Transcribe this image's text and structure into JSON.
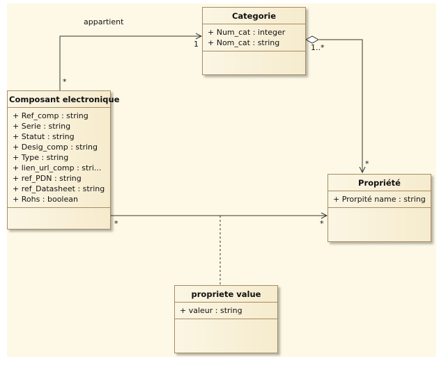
{
  "classes": {
    "categorie": {
      "name": "Categorie",
      "attributes": [
        "+ Num_cat : integer",
        "+ Nom_cat : string"
      ]
    },
    "composant": {
      "name": "Composant electronique",
      "attributes": [
        "+ Ref_comp : string",
        "+ Serie : string",
        "+ Statut : string",
        "+ Desig_comp : string",
        "+ Type : string",
        "+ lien_url_comp : stri...",
        "+ ref_PDN : string",
        "+ ref_Datasheet : string",
        "+ Rohs : boolean"
      ]
    },
    "propriete": {
      "name": "Propriété",
      "attributes": [
        "+ Prorpité name : string"
      ]
    },
    "propriete_value": {
      "name": "propriete value",
      "attributes": [
        "+ valeur : string"
      ]
    }
  },
  "associations": {
    "appartient": {
      "label": "appartient",
      "source_mult": "*",
      "target_mult": "1"
    },
    "categorie_propriete": {
      "source_mult": "1..*",
      "target_mult": "*"
    },
    "composant_propriete": {
      "source_mult": "*",
      "target_mult": "*"
    }
  },
  "colors": {
    "class_border": "#a48b62",
    "class_fill_left": "#fbf6e4",
    "class_fill_right": "#f6ebcd",
    "background": "#fdf9e6",
    "line": "#333333"
  }
}
